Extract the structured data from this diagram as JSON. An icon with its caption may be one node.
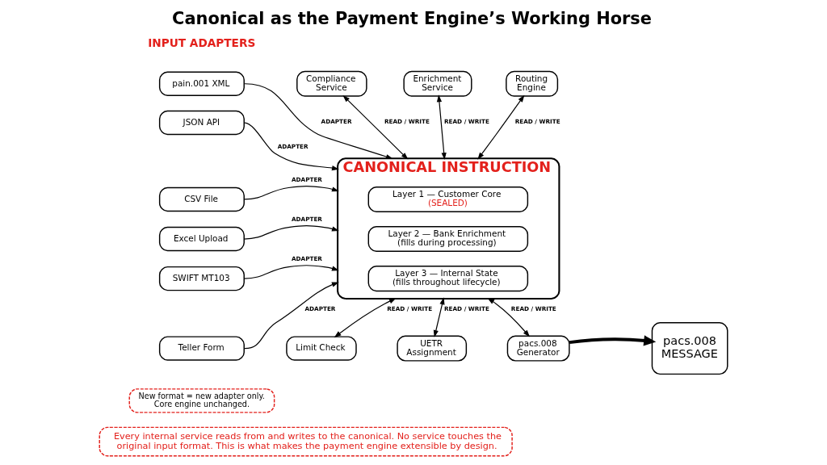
{
  "diagram": {
    "title": "Canonical as the Payment Engine’s Working Horse",
    "nodes": [
      {
        "text": [
          "pain.001 XML"
        ]
      },
      {
        "text": [
          "JSON API"
        ]
      },
      {
        "text": [
          "CSV File"
        ]
      },
      {
        "text": [
          "Excel Upload"
        ]
      },
      {
        "text": [
          "SWIFT MT103"
        ]
      },
      {
        "text": [
          "Teller Form"
        ]
      },
      {
        "text": [
          "New format = new adapter only. Core engine unchanged."
        ]
      },
      {
        "text": [
          "Compliance Service"
        ]
      },
      {
        "text": [
          "Enrichment Service"
        ]
      },
      {
        "text": [
          "Routing Engine"
        ]
      },
      {
        "text": [
          "CANONICAL INSTRUCTION"
        ]
      },
      {
        "text": [
          "Layer 1 — Customer Core",
          "(SEALED)"
        ],
        "in": 10
      },
      {
        "text": [
          "Layer 2 — Bank Enrichment",
          "(fills during processing)"
        ],
        "in": 10
      },
      {
        "text": [
          "Layer 3 — Internal State",
          "(fills throughout lifecycle)"
        ],
        "in": 10
      },
      {
        "text": [
          "Limit Check"
        ]
      },
      {
        "text": [
          "UETR Assignment"
        ]
      },
      {
        "text": [
          "pacs.008 Generator"
        ]
      },
      {
        "text": [
          "pacs.008 MESSAGE"
        ]
      },
      {
        "text": [
          "Every internal service reads from and writes to the canonical. No service touches the original input format. This is what makes the payment engine extensible by design."
        ]
      }
    ],
    "edges": [
      {
        "from": 0,
        "to": 10,
        "arrow": "to",
        "label": "ADAPTER"
      },
      {
        "from": 1,
        "to": 10,
        "arrow": "to",
        "label": "ADAPTER"
      },
      {
        "from": 2,
        "to": 10,
        "arrow": "to",
        "label": "ADAPTER"
      },
      {
        "from": 3,
        "to": 10,
        "arrow": "to",
        "label": "ADAPTER"
      },
      {
        "from": 4,
        "to": 10,
        "arrow": "to",
        "label": "ADAPTER"
      },
      {
        "from": 5,
        "to": 10,
        "arrow": "to",
        "label": "ADAPTER"
      },
      {
        "from": 7,
        "to": 10,
        "arrow": "both",
        "label": "READ / WRITE"
      },
      {
        "from": 8,
        "to": 10,
        "arrow": "both",
        "label": "READ / WRITE"
      },
      {
        "from": 9,
        "to": 10,
        "arrow": "both",
        "label": "READ / WRITE"
      },
      {
        "from": 10,
        "to": 14,
        "arrow": "both",
        "label": "READ / WRITE"
      },
      {
        "from": 10,
        "to": 15,
        "arrow": "both",
        "label": "READ / WRITE"
      },
      {
        "from": 10,
        "to": 16,
        "arrow": "both",
        "label": "READ / WRITE"
      },
      {
        "from": 16,
        "to": 17,
        "arrow": "to",
        "style": "thick"
      }
    ],
    "labels": [
      "INPUT ADAPTERS"
    ]
  }
}
